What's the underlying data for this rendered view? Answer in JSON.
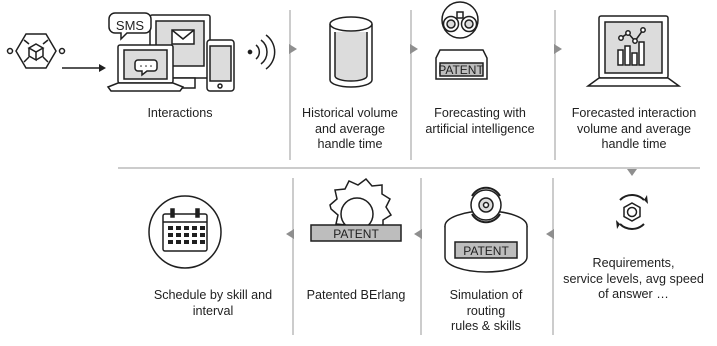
{
  "colors": {
    "line": "#1f1f1f",
    "divider": "#9a9a9a",
    "arrow": "#8f8f8f",
    "fill_light": "#dcdcdc",
    "fill_mid": "#bdbdbd",
    "bg": "#ffffff"
  },
  "top_row": {
    "interactions": {
      "label": "Interactions",
      "sms_text": "SMS"
    },
    "historical": {
      "label": "Historical volume\nand average\nhandle time"
    },
    "forecasting": {
      "label": "Forecasting with\nartificial intelligence",
      "badge": "PATENT"
    },
    "forecasted": {
      "label": "Forecasted interaction\nvolume and average\nhandle time"
    }
  },
  "bottom_row": {
    "requirements": {
      "label": "Requirements,\nservice levels, avg speed\nof answer …"
    },
    "simulation": {
      "label": "Simulation of\nrouting\nrules & skills",
      "badge": "PATENT"
    },
    "berlang": {
      "label": "Patented BErlang",
      "badge": "PATENT"
    },
    "schedule": {
      "label": "Schedule by skill and\ninterval"
    }
  },
  "icons": [
    "cube-network-icon",
    "devices-icon",
    "database-icon",
    "binoculars-icon",
    "laptop-chart-icon",
    "hexagon-cycle-icon",
    "gear-simulation-icon",
    "gear-patent-icon",
    "calendar-icon"
  ]
}
